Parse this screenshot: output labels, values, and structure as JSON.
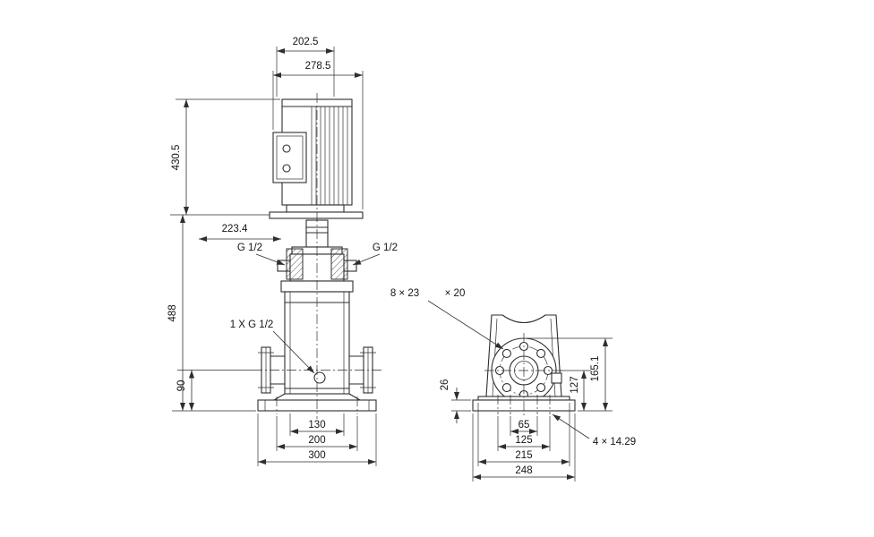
{
  "drawing": {
    "background": "#ffffff",
    "line_color": "#2e2e2e",
    "front_view": {
      "name": "pump-front-elevation",
      "dims": {
        "motor_top_width": "202.5",
        "motor_overall_width": "278.5",
        "motor_height": "430.5",
        "head_width": "223.4",
        "pump_height": "488",
        "port_left": "G 1/2",
        "port_right": "G 1/2",
        "drain_port": "1 X G 1/2",
        "port_center_height": "90",
        "foot_inner_width": "130",
        "foot_bolt_width": "200",
        "foot_overall_width": "300"
      }
    },
    "side_view": {
      "name": "base-end-view",
      "dims": {
        "flange_slots_a": "8 × 23",
        "flange_slots_b": "× 20",
        "plate_thickness": "26",
        "center_height": "127",
        "flange_height": "165.1",
        "slot_spacing_inner": "65",
        "slot_spacing_outer": "125",
        "plate_top_width": "215",
        "plate_width": "248",
        "base_holes": "4 × 14.29"
      }
    }
  }
}
